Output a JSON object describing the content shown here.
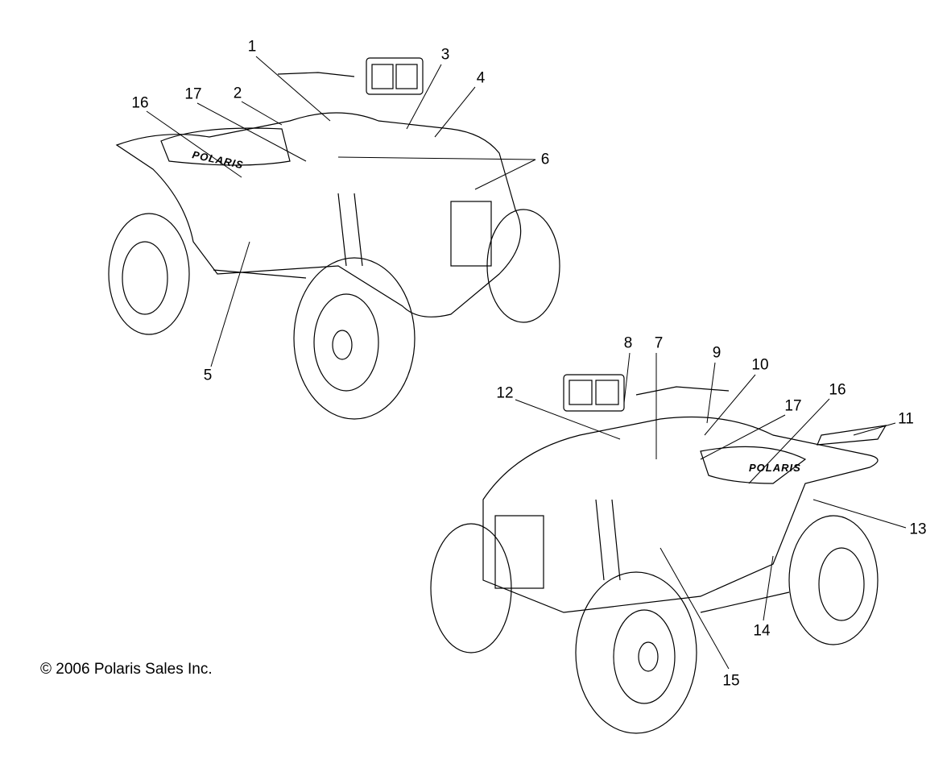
{
  "diagram": {
    "copyright": "© 2006 Polaris Sales Inc.",
    "brand_logo": "POLARIS",
    "callouts_view1": [
      "1",
      "2",
      "3",
      "4",
      "16",
      "17",
      "6",
      "5"
    ],
    "callouts_view2": [
      "8",
      "7",
      "9",
      "10",
      "12",
      "17",
      "16",
      "11",
      "13",
      "14",
      "15"
    ]
  }
}
